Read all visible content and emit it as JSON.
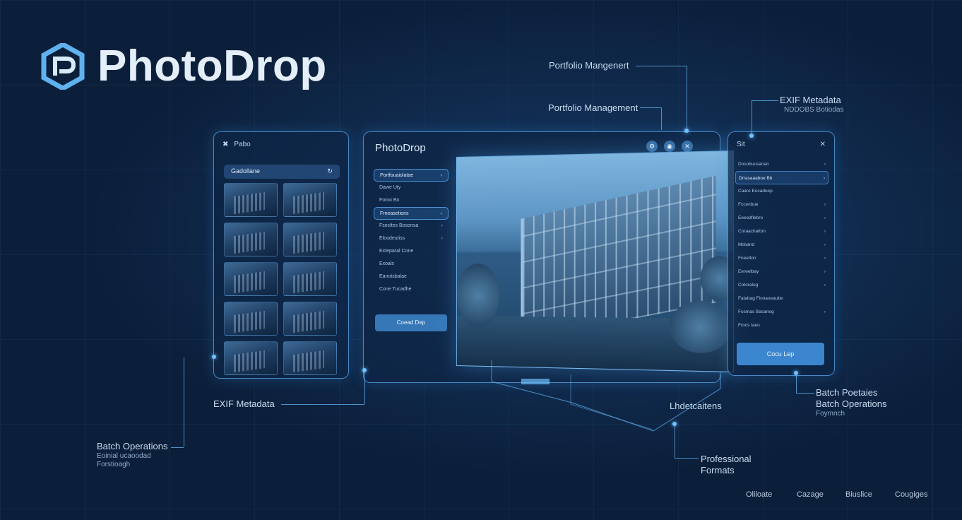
{
  "logo": {
    "text": "PhotoDrop",
    "icon": "photodrop-logo-icon"
  },
  "left_panel": {
    "title": "Pabo",
    "search_label": "Gadollane",
    "thumbnail_count_label": ""
  },
  "main_panel": {
    "title": "PhotoDrop",
    "menu": [
      {
        "label": "Portfouaiolatae",
        "active": true,
        "chevron": true
      },
      {
        "label": "Dawe Uty",
        "active": false,
        "chevron": false
      },
      {
        "label": "Fomo Bo",
        "active": false,
        "chevron": false
      },
      {
        "label": "Frneasetions",
        "active": true,
        "chevron": true
      },
      {
        "label": "Fsocltes Bosonsa",
        "active": false,
        "chevron": true
      },
      {
        "label": "Eloodeutiss",
        "active": false,
        "chevron": true
      },
      {
        "label": "Exteparal Cone",
        "active": false,
        "chevron": false
      },
      {
        "label": "Exoals",
        "active": false,
        "chevron": false
      },
      {
        "label": "Eanotsbalae",
        "active": false,
        "chevron": false
      },
      {
        "label": "Cone Tucadhe",
        "active": false,
        "chevron": false
      }
    ],
    "button_label": "Coead Dep"
  },
  "right_panel": {
    "title": "Sit",
    "items": [
      {
        "label": "Dosobuusanan",
        "active": false,
        "chevron": true
      },
      {
        "label": "Drrasaaaboe Bb",
        "active": true,
        "chevron": true
      },
      {
        "label": "Caare Eocadeep",
        "active": false,
        "chevron": false
      },
      {
        "label": "Fccenbue",
        "active": false,
        "chevron": true
      },
      {
        "label": "Eeeedflebro",
        "active": false,
        "chevron": true
      },
      {
        "label": "Coraachatton",
        "active": false,
        "chevron": true
      },
      {
        "label": "Mdsand",
        "active": false,
        "chevron": true
      },
      {
        "label": "Fneetton",
        "active": false,
        "chevron": true
      },
      {
        "label": "Eereelbay",
        "active": false,
        "chevron": true
      },
      {
        "label": "Cotoralug",
        "active": false,
        "chevron": true
      },
      {
        "label": "Fatabag Fionaoeaube",
        "active": false,
        "chevron": false
      },
      {
        "label": "Fosmas Basanog",
        "active": false,
        "chevron": true
      },
      {
        "label": "Frocs Iaeu",
        "active": false,
        "chevron": false
      }
    ],
    "button_label": "Cocu Lep"
  },
  "callouts": {
    "top_portfolio_1": "Portfolio Mangenert",
    "top_portfolio_2": "Portfolio Management",
    "exif_top": "EXIF Metadata",
    "exif_top_sub": "NDDOBS Botiodas",
    "exif_left": "EXIF Metadata",
    "batch_left": "Batch Operations",
    "batch_left_sub1": "Eoinial ucaoodad",
    "batch_left_sub2": "Forstioagh",
    "lhdetcations": "Lhdetcaitens",
    "right_batch_1": "Batch Poetaies",
    "right_batch_2": "Batch Operations",
    "right_batch_3": "Foymnch",
    "professional_formats": "Professional Formats"
  },
  "footer": [
    "Oliloate",
    "Cazage",
    "Biuslice",
    "Cougiges"
  ]
}
